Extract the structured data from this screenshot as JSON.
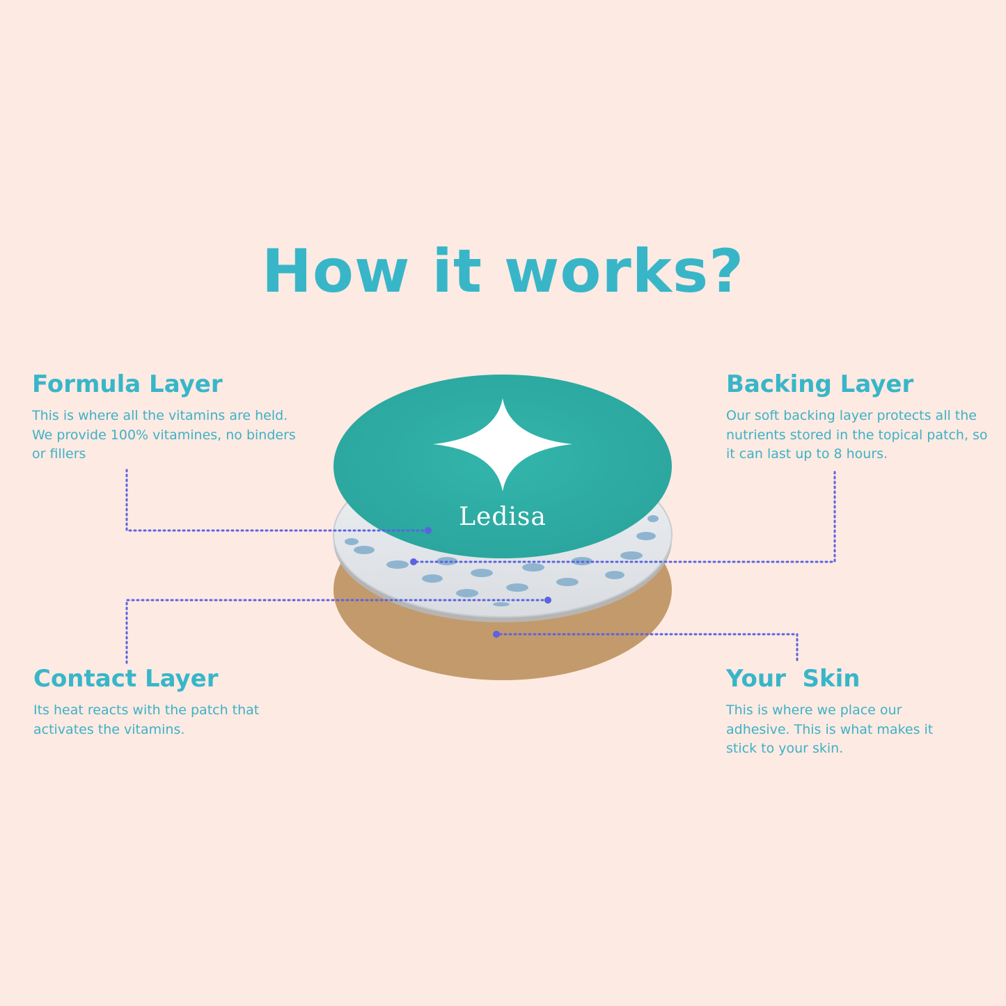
{
  "title": "How it works?",
  "brand": {
    "name": "Ledisa",
    "icon": "sparkle-star-icon"
  },
  "layers": {
    "formula": {
      "heading": "Formula Layer",
      "description": "This is where all the vitamins are held. We provide 100% vitamines, no binders or fillers"
    },
    "backing": {
      "heading": "Backing Layer",
      "description": "Our soft backing layer protects all the nutrients stored in the topical patch, so it can last up to 8 hours."
    },
    "contact": {
      "heading": "Contact Layer",
      "description": "Its heat reacts with the patch that activates the vitamins."
    },
    "skin": {
      "heading": "Your  Skin",
      "description": "This is where we place our adhesive. This is what makes it stick to your skin."
    }
  },
  "colors": {
    "background": "#fdeae3",
    "accent": "#38b6c8",
    "top_layer": "#2fb0a8",
    "skin_layer": "#c49a6c",
    "connector": "#5b63e0"
  }
}
